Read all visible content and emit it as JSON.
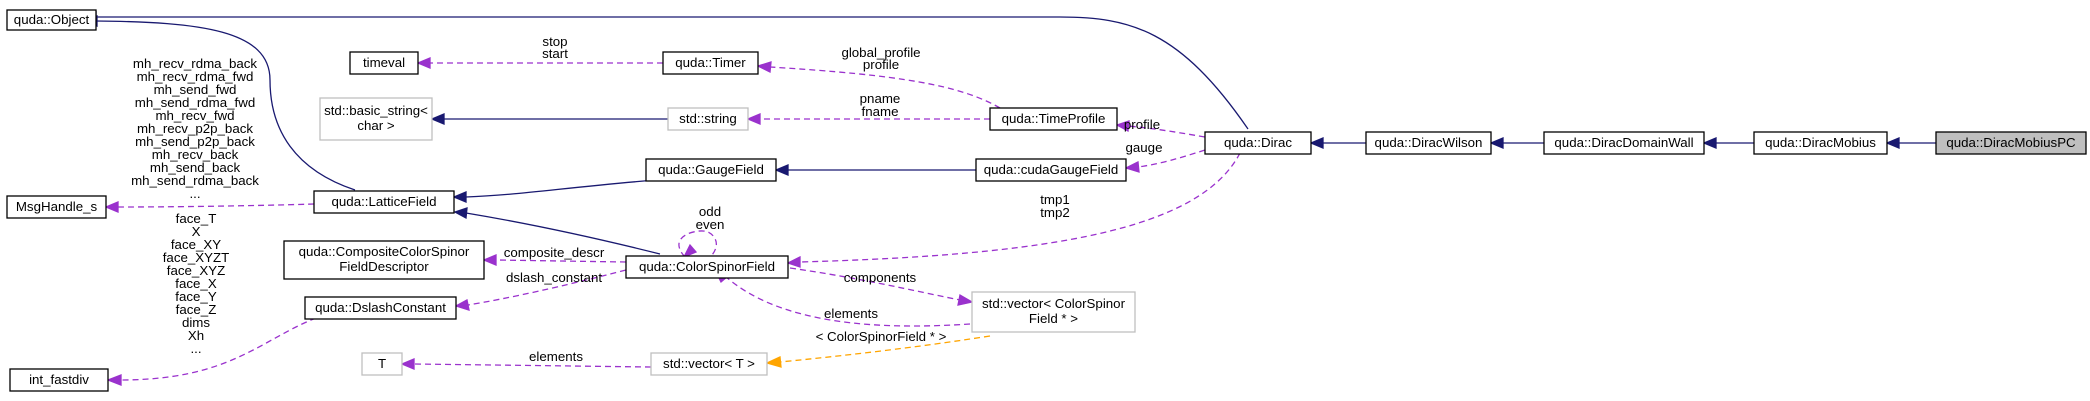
{
  "nodes": {
    "object": "quda::Object",
    "timeval": "timeval",
    "timer": "quda::Timer",
    "basic_string": [
      "std::basic_string<",
      "char >"
    ],
    "string": "std::string",
    "timeprofile": "quda::TimeProfile",
    "msghandle": "MsgHandle_s",
    "latticefield": "quda::LatticeField",
    "gaugefield": "quda::GaugeField",
    "cudagaugefield": "quda::cudaGaugeField",
    "dirac": "quda::Dirac",
    "diracwilson": "quda::DiracWilson",
    "diracdomainwall": "quda::DiracDomainWall",
    "diracmobius": "quda::DiracMobius",
    "diracmobiuspc": "quda::DiracMobiusPC",
    "compositedescr": [
      "quda::CompositeColorSpinor",
      "FieldDescriptor"
    ],
    "colorspinorfield": "quda::ColorSpinorField",
    "dslashconstant": "quda::DslashConstant",
    "vector_csf": [
      "std::vector< ColorSpinor",
      "Field * >"
    ],
    "int_fastdiv": "int_fastdiv",
    "T": "T",
    "vector_T": "std::vector< T >"
  },
  "edge_labels": {
    "stop_start": [
      "stop",
      "start"
    ],
    "global_profile": [
      "global_profile",
      "profile"
    ],
    "pname_fname": [
      "pname",
      "fname"
    ],
    "profile": "profile",
    "gauge": "gauge",
    "msghandle_members": [
      "mh_recv_rdma_back",
      "mh_recv_rdma_fwd",
      "mh_send_fwd",
      "mh_send_rdma_fwd",
      "mh_recv_fwd",
      "mh_recv_p2p_back",
      "mh_send_p2p_back",
      "mh_recv_back",
      "mh_send_back",
      "mh_send_rdma_back",
      "..."
    ],
    "odd_even": [
      "odd",
      "even"
    ],
    "tmp": [
      "tmp1",
      "tmp2"
    ],
    "composite_descr": "composite_descr",
    "dslash_constant": "dslash_constant",
    "components": "components",
    "elements_vector": "elements",
    "template_arg": "< ColorSpinorField * >",
    "fastdiv_members": [
      "face_T",
      "X",
      "face_XY",
      "face_XYZT",
      "face_XYZ",
      "face_X",
      "face_Y",
      "face_Z",
      "dims",
      "Xh",
      "..."
    ],
    "elements_T": "elements"
  },
  "colors": {
    "inheritance": "#191970",
    "usage": "#9a32cd",
    "template": "#ffa500",
    "highlight_node": "#bfbfbf",
    "gray_border": "#bfbfbf"
  }
}
